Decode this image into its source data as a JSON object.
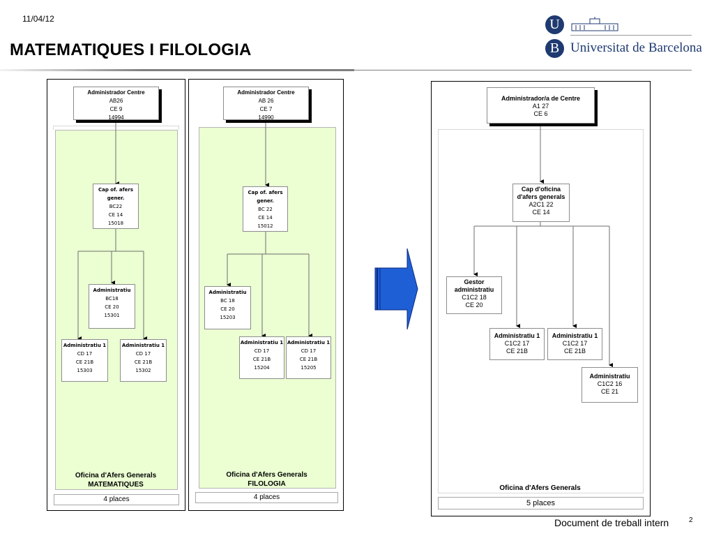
{
  "header": {
    "date": "11/04/12",
    "title": "MATEMATIQUES I FILOLOGIA",
    "logo_letters": [
      "U",
      "B"
    ],
    "logo_text": "Universitat de Barcelona"
  },
  "matematiques": {
    "admin_centre": [
      "Administrador Centre",
      "AB26",
      "CE 9",
      "14994"
    ],
    "cap": [
      "Cap of. afers",
      "gener.",
      "BC22",
      "CE 14",
      "15018"
    ],
    "administratiu": [
      "Administratiu",
      "BC18",
      "CE 20",
      "15301"
    ],
    "adm1_left": [
      "Administratiu 1",
      "CD 17",
      "CE 21B",
      "15303"
    ],
    "adm1_right": [
      "Administratiu 1",
      "CD 17",
      "CE 21B",
      "15302"
    ],
    "caption_1": "Oficina d'Afers Generals",
    "caption_2": "MATEMATIQUES",
    "places": "4 places"
  },
  "filologia": {
    "admin_centre": [
      "Administrador Centre",
      "AB 26",
      "CE 7",
      "14990"
    ],
    "cap": [
      "Cap of. afers",
      "gener.",
      "BC 22",
      "CE 14",
      "15012"
    ],
    "administratiu": [
      "Administratiu",
      "BC 18",
      "CE 20",
      "15203"
    ],
    "adm1_left": [
      "Administratiu 1",
      "CD 17",
      "CE 21B",
      "15204"
    ],
    "adm1_right": [
      "Administratiu 1",
      "CD 17",
      "CE 21B",
      "15205"
    ],
    "caption_1": "Oficina d'Afers Generals",
    "caption_2": "FILOLOGIA",
    "places": "4 places"
  },
  "nova": {
    "admin_centre": [
      "Administrador/a de Centre",
      "A1 27",
      "CE 6"
    ],
    "cap": [
      "Cap d'oficina",
      "d'afers generals",
      "A2C1 22",
      "CE 14"
    ],
    "gestor": [
      "Gestor",
      "administratiu",
      "C1C2 18",
      "CE 20"
    ],
    "adm1_left": [
      "Administratiu 1",
      "C1C2 17",
      "CE 21B"
    ],
    "adm1_right": [
      "Administratiu 1",
      "C1C2 17",
      "CE 21B"
    ],
    "administratiu": [
      "Administratiu",
      "C1C2 16",
      "CE 21"
    ],
    "caption": "Oficina d'Afers Generals",
    "places": "5 places"
  },
  "footer": {
    "text": "Document de treball intern",
    "page": "2"
  },
  "colors": {
    "green_fill": "#ebffd2",
    "arrow_blue": "#1f5fd6",
    "logo_blue": "#1f3a70"
  }
}
